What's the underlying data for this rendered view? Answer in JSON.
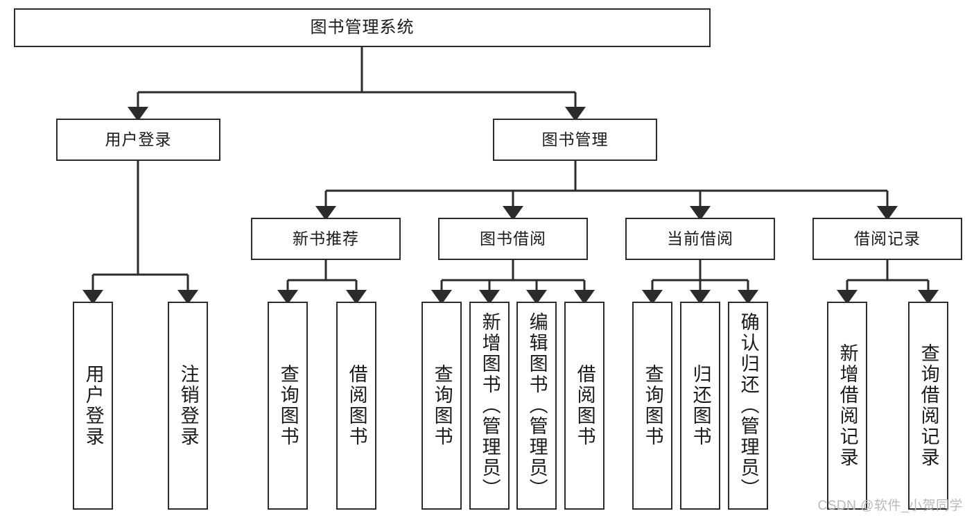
{
  "diagram": {
    "type": "tree",
    "title": "图书管理系统",
    "watermark": "CSDN @软件_小贺同学",
    "colors": {
      "box_border": "#2b2b2b",
      "box_fill": "#ffffff",
      "connector": "#2b2b2b",
      "text": "#1a1a1a",
      "watermark": "#b9b9b9",
      "background": "#ffffff"
    },
    "nodes": {
      "root": {
        "label": "图书管理系统"
      },
      "level2": [
        {
          "label": "用户登录"
        },
        {
          "label": "图书管理"
        }
      ],
      "level3": [
        {
          "label": "新书推荐"
        },
        {
          "label": "图书借阅"
        },
        {
          "label": "当前借阅"
        },
        {
          "label": "借阅记录"
        }
      ],
      "leaves": {
        "user_login": [
          {
            "label": "用户登录"
          },
          {
            "label": "注销登录"
          }
        ],
        "new_book": [
          {
            "label": "查询图书"
          },
          {
            "label": "借阅图书"
          }
        ],
        "book_borrow": [
          {
            "label": "查询图书"
          },
          {
            "label": "新增图书（管理员）"
          },
          {
            "label": "编辑图书（管理员）"
          },
          {
            "label": "借阅图书"
          }
        ],
        "current_borrow": [
          {
            "label": "查询图书"
          },
          {
            "label": "归还图书"
          },
          {
            "label": "确认归还（管理员）"
          }
        ],
        "borrow_record": [
          {
            "label": "新增借阅记录"
          },
          {
            "label": "查询借阅记录"
          }
        ]
      }
    }
  }
}
